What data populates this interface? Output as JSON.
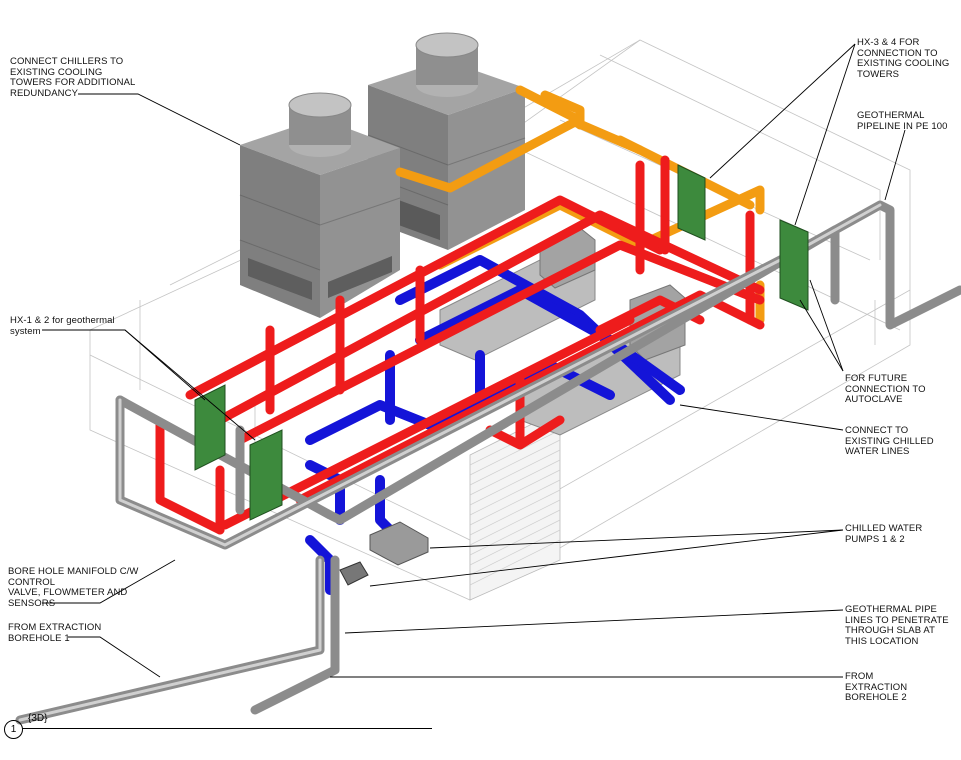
{
  "colors": {
    "hot_water": "#ee1c1c",
    "chilled_water": "#1414d8",
    "condenser_water": "#f39c12",
    "geothermal": "#8c8c8c",
    "heat_exchanger": "#3d8a3d",
    "equipment": "#8e8e8e",
    "building_lines": "#c4c4c4"
  },
  "callouts": {
    "chillers": "CONNECT CHILLERS TO\nEXISTING COOLING\nTOWERS FOR ADDITIONAL\nREDUNDANCY",
    "hx12": "HX-1 & 2 for geothermal\nsystem",
    "bore_manifold": "BORE HOLE MANIFOLD C/W\nCONTROL\nVALVE, FLOWMETER AND\nSENSORS",
    "borehole1": "FROM EXTRACTION\nBOREHOLE 1",
    "hx34": "HX-3 & 4 FOR\nCONNECTION TO\nEXISTING COOLING\nTOWERS",
    "geothermal_pipeline": "GEOTHERMAL\nPIPELINE IN PE 100",
    "autoclave": "FOR FUTURE\nCONNECTION TO\nAUTOCLAVE",
    "chilled_lines": "CONNECT TO\nEXISTING CHILLED\nWATER LINES",
    "pumps": "CHILLED WATER\nPUMPS 1 & 2",
    "slab": "GEOTHERMAL PIPE\nLINES TO PENETRATE\nTHROUGH SLAB AT\nTHIS LOCATION",
    "borehole2": "FROM\nEXTRACTION\nBOREHOLE 2"
  },
  "view": {
    "number": "1",
    "title": "{3D}"
  }
}
